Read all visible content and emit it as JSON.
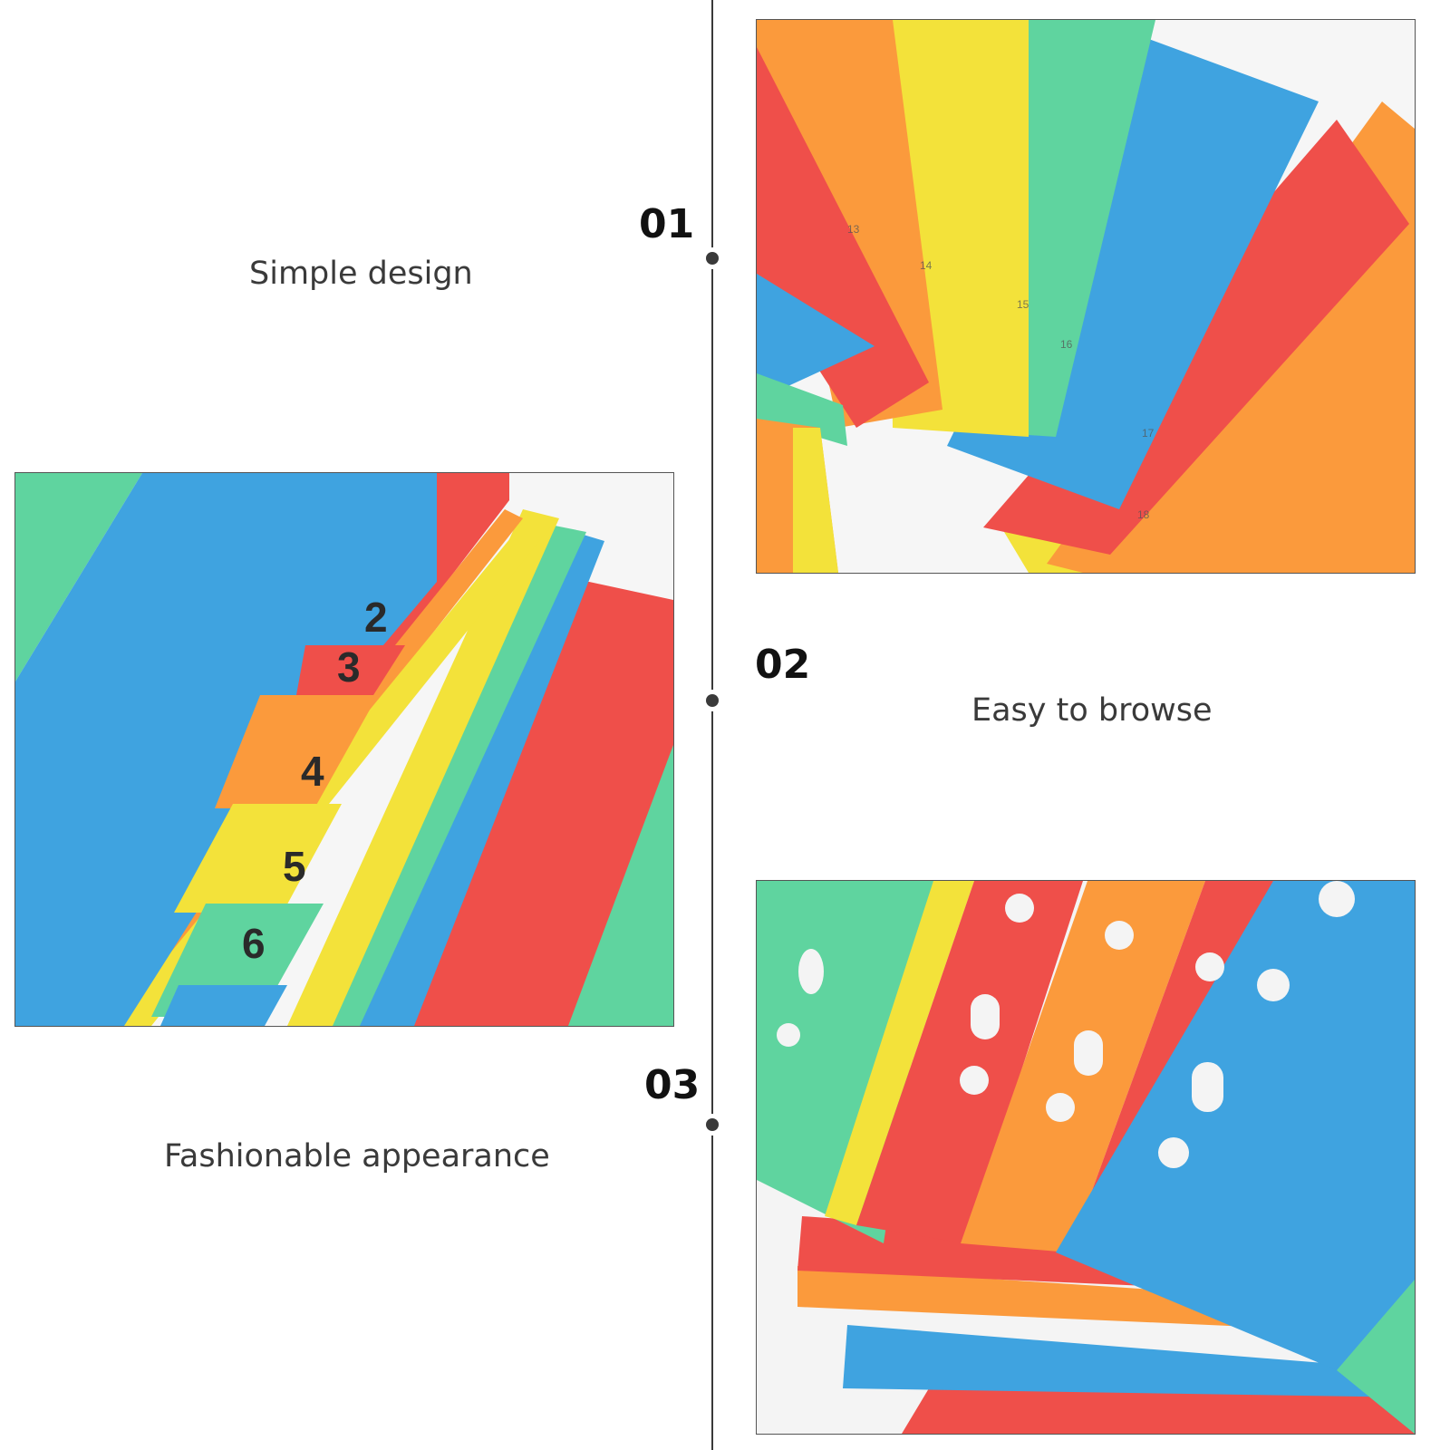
{
  "features": [
    {
      "number": "01",
      "caption": "Simple design"
    },
    {
      "number": "02",
      "caption": "Easy to browse"
    },
    {
      "number": "03",
      "caption": "Fashionable appearance"
    }
  ],
  "photos": {
    "top_right": {
      "tab_numbers": [
        "13",
        "14",
        "15",
        "16",
        "17",
        "18"
      ]
    },
    "middle_left": {
      "tab_numbers": [
        "2",
        "3",
        "4",
        "5",
        "6"
      ]
    }
  },
  "colors": {
    "red": "#ef4f4a",
    "orange": "#fb9a3c",
    "yellow": "#f3e23a",
    "green": "#5fd49f",
    "blue": "#3fa3e0",
    "line": "#3a3a3a"
  }
}
